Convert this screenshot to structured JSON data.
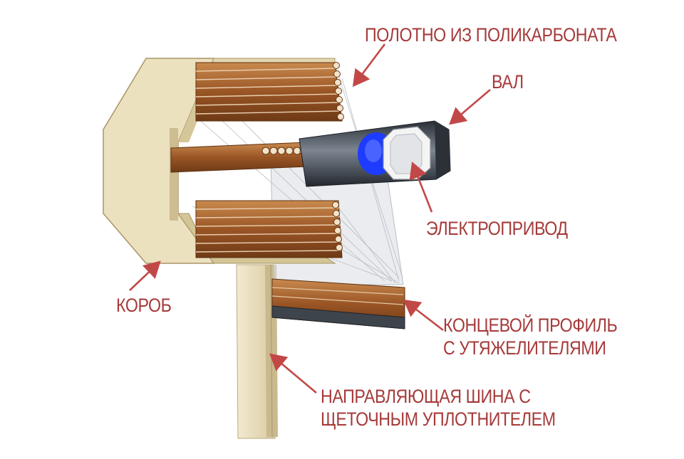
{
  "labels": {
    "polotno": "ПОЛОТНО ИЗ ПОЛИКАРБОНАТА",
    "val": "ВАЛ",
    "elektroprivod": "ЭЛЕКТРОПРИВОД",
    "korob": "КОРОБ",
    "profil_line1": "КОНЦЕВОЙ ПРОФИЛЬ",
    "profil_line2": "С УТЯЖЕЛИТЕЛЯМИ",
    "shina_line1": "НАПРАВЛЯЮЩАЯ ШИНА С",
    "shina_line2": "ЩЕТОЧНЫМ УПЛОТНИТЕЛЕМ"
  },
  "colors": {
    "label": "#a63a3a",
    "arrow": "#c24848",
    "box_face": "#ece1bf",
    "box_dark": "#d8caa0",
    "wood": "#8a4d20",
    "wood_light": "#c07a3e",
    "shaft": "#3a4048",
    "motor": "#1d3cff"
  }
}
